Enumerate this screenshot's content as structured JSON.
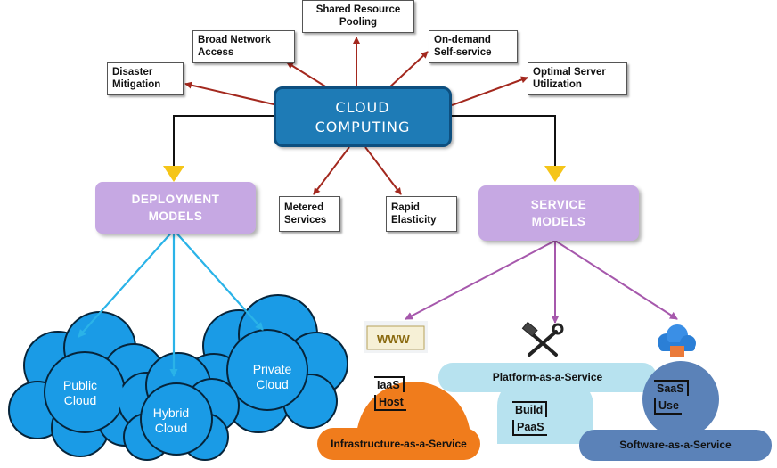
{
  "center": {
    "line1": "CLOUD",
    "line2": "COMPUTING"
  },
  "features": {
    "shared_resource": [
      "Shared Resource",
      "Pooling"
    ],
    "broad_network": [
      "Broad Network",
      "Access"
    ],
    "on_demand": [
      "On-demand",
      "Self-service"
    ],
    "disaster": [
      "Disaster",
      "Mitigation"
    ],
    "optimal": [
      "Optimal Server",
      "Utilization"
    ],
    "metered": [
      "Metered",
      "Services"
    ],
    "rapid": [
      "Rapid",
      "Elasticity"
    ]
  },
  "deployment": {
    "title1": "DEPLOYMENT",
    "title2": "MODELS",
    "public": [
      "Public",
      "Cloud"
    ],
    "hybrid": [
      "Hybrid",
      "Cloud"
    ],
    "private": [
      "Private",
      "Cloud"
    ]
  },
  "service": {
    "title1": "SERVICE",
    "title2": "MODELS",
    "iaas": {
      "tag1": "IaaS",
      "tag2": "Host",
      "label": "Infrastructure-as-a-Service",
      "icon_text": "WWW"
    },
    "paas": {
      "tag1": "Build",
      "tag2": "PaaS",
      "label": "Platform-as-a-Service"
    },
    "saas": {
      "tag1": "SaaS",
      "tag2": "Use",
      "label": "Software-as-a-Service"
    }
  },
  "colors": {
    "core": "#1e7bb6",
    "purple": "#c6a8e3",
    "cloud": "#1a9be6",
    "iaas": "#f07c1c",
    "paas": "#b7e2ef",
    "saas": "#5b82b8",
    "red_arrow": "#a3281e",
    "blue_arrow": "#2ab3e8",
    "purple_arrow": "#a658ac",
    "yellow_arrow": "#f5c518"
  },
  "icons": {
    "iaas": "www-window-icon",
    "paas": "hammer-wrench-icon",
    "saas": "cloud-upload-icon"
  }
}
